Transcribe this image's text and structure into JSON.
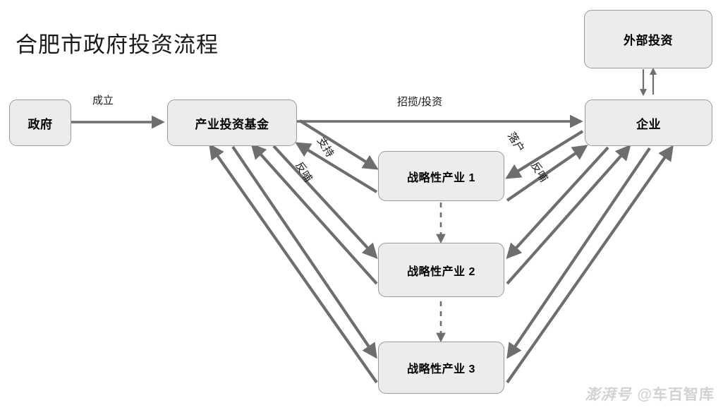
{
  "title": "合肥市政府投资流程",
  "colors": {
    "node_fill": "#ececec",
    "node_border": "#9a9a9a",
    "edge": "#6e6e6e",
    "text": "#000000",
    "watermark": "#d2d2d2"
  },
  "nodes": [
    {
      "id": "gov",
      "label": "政府"
    },
    {
      "id": "fund",
      "label": "产业投资基金"
    },
    {
      "id": "ind1",
      "label": "战略性产业 1"
    },
    {
      "id": "ind2",
      "label": "战略性产业 2"
    },
    {
      "id": "ind3",
      "label": "战略性产业 3"
    },
    {
      "id": "ext",
      "label": "外部投资"
    },
    {
      "id": "firm",
      "label": "企业"
    }
  ],
  "edge_labels": {
    "establish": "成立",
    "attract_invest": "招揽/投资",
    "support": "支持",
    "feedback_fund": "反哺",
    "settle": "落户",
    "feedback_firm": "反哺"
  },
  "watermark": {
    "brand": "澎湃号",
    "handle": "@车百智库"
  }
}
